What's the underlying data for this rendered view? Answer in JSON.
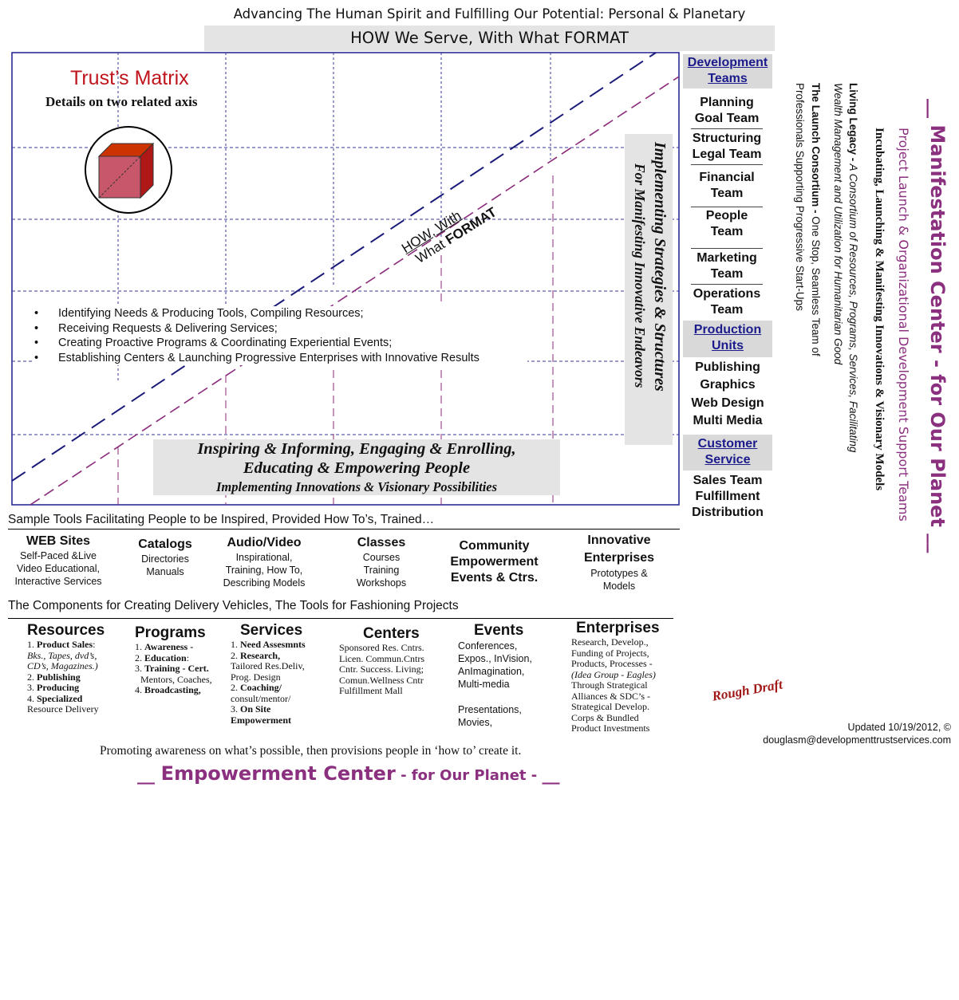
{
  "top_title": "Advancing The Human Spirit and Fulfilling Our Potential: Personal & Planetary",
  "top_banner": "HOW We Serve, With What FORMAT",
  "matrix": {
    "title": "Trust’s Matrix",
    "subtitle": "Details on two related axis",
    "diag_label_line1": "HOW, With",
    "diag_label_line2_prefix": "What ",
    "diag_label_line2_bold": "FORMAT",
    "bullets": [
      "Identifying Needs & Producing Tools, Compiling Resources;",
      "Receiving Requests & Delivering Services;",
      "Creating Proactive Programs & Coordinating Experiential Events;",
      "Establishing Centers & Launching Progressive Enterprises with Innovative Results"
    ],
    "vertical_line1": "Implementing Strategies & Structures",
    "vertical_line2": "For Manifesting Innovative Endeavors",
    "bottom_line1": "Inspiring & Informing, Engaging & Enrolling,",
    "bottom_line2": "Educating & Empowering People",
    "bottom_line3": "Implementing Innovations & Visionary Possibilities",
    "colors": {
      "frame": "#1f1f8f",
      "grid": "#3a3a9a",
      "diag_navy": "#1a1a7a",
      "diag_purple": "#8a2a7a",
      "title_red": "#c0141c",
      "cube": "#c8576b",
      "cube_top": "#cc3300"
    }
  },
  "teams_panel": {
    "dev_header": "Development Teams",
    "teams": [
      "Planning Goal Team",
      "Structuring Legal Team",
      "Financial Team",
      "People Team",
      "Marketing Team",
      "Operations Team"
    ],
    "prod_header": "Production Units",
    "units": [
      "Publishing",
      "Graphics",
      "Web Design",
      "Multi Media"
    ],
    "cust_header": "Customer Service",
    "service": [
      "Sales Team",
      "Fulfillment",
      "Distribution"
    ]
  },
  "side_text": {
    "manifestation_title": "__ Manifestation Center - for Our Planet __",
    "project_launch": "Project Launch & Organizational Development Support Teams",
    "incubating": "Incubating, Launching & Manifesting Innovations & Visionary Models",
    "living_legacy_bold": "Living Legacy -",
    "living_legacy_rest": " A Consortium of Resources, Programs, Services, Facilitating",
    "living_legacy_line2": "Wealth Management and Utilization for Humanitarian Good",
    "launch_bold": "The Launch Consortium -",
    "launch_rest": " One Stop, Seamless Team of",
    "launch_line2": "Professionals Supporting Progressive Start-Ups"
  },
  "tools_section": {
    "heading": "Sample Tools Facilitating People to be Inspired, Provided How To’s, Trained…",
    "items": [
      {
        "title": "WEB Sites",
        "lines": [
          "Self-Paced &Live",
          "Video Educational,",
          "Interactive Services"
        ]
      },
      {
        "title": "Catalogs",
        "lines": [
          "Directories",
          "Manuals"
        ]
      },
      {
        "title": "Audio/Video",
        "lines": [
          "Inspirational,",
          "Training, How To,",
          "Describing Models"
        ]
      },
      {
        "title": "Classes",
        "lines": [
          "Courses",
          "Training",
          "Workshops"
        ]
      },
      {
        "title": "Community Empowerment Events & Ctrs.",
        "lines": []
      },
      {
        "title": "Innovative Enterprises",
        "lines": [
          "Prototypes &",
          "Models"
        ]
      }
    ]
  },
  "components_section": {
    "heading": "The Components for Creating Delivery Vehicles, The Tools for Fashioning Projects",
    "resources": {
      "title": "Resources",
      "l1": "1. ",
      "l1b": "Product Sales",
      "l1c": ":",
      "l2": "Bks., Tapes, dvd’s,",
      "l3": "CD’s, Magazines.)",
      "l4": "2. ",
      "l4b": "Publishing",
      "l5": "3. ",
      "l5b": "Producing",
      "l6": "4. ",
      "l6b": "Specialized",
      "l7": "Resource Delivery"
    },
    "programs": {
      "title": "Programs",
      "l1": "1. ",
      "l1b": "Awareness -",
      "l2": "2. ",
      "l2b": "Education",
      "l2c": ":",
      "l3": "3. ",
      "l3b": "Training - Cert.",
      "l4": "Mentors, Coaches,",
      "l5": "4. ",
      "l5b": "Broadcasting,"
    },
    "services": {
      "title": "Services",
      "l1": "1. ",
      "l1b": "Need Assesmnts",
      "l2": "2. ",
      "l2b": "Research,",
      "l3": "Tailored Res.Deliv,",
      "l4": "Prog. Design",
      "l5": "2. ",
      "l5b": "Coaching/",
      "l6": "consult/mentor/",
      "l7": "3. ",
      "l7b": "On Site",
      "l8b": "Empowerment"
    },
    "centers": {
      "title": "Centers",
      "lines": [
        "Sponsored Res. Cntrs.",
        "Licen. Commun.Cntrs",
        "Cntr. Success. Living;",
        "Comun.Wellness Cntr",
        "Fulfillment Mall"
      ]
    },
    "events": {
      "title": "Events",
      "lines": [
        "Conferences,",
        "Expos., InVision,",
        "AnImagination,",
        "Multi-media"
      ],
      "lines2": [
        "Presentations,",
        "Movies,"
      ]
    },
    "enterprises": {
      "title": "Enterprises",
      "l1": "Research, Develop.,",
      "l2": "Funding of Projects,",
      "l3": "Products, Processes -",
      "l4": "(Idea Group - Eagles)",
      "l5": "Through Strategical",
      "l6": "Alliances & SDC’s -",
      "l7": "Strategical Develop.",
      "l8": "Corps & Bundled",
      "l9": "Product Investments"
    }
  },
  "rough_draft": "Rough Draft",
  "updated": "Updated 10/19/2012, ©",
  "email": "douglasm@developmenttrustservices.com",
  "promoting": "Promoting awareness on what’s possible, then provisions people in ‘how to’ create it.",
  "empowerment": {
    "pre": "__ ",
    "big": "Empowerment Center",
    "small": " - for Our Planet - ",
    "post": "__"
  },
  "accent_purple": "#8b2f7f"
}
